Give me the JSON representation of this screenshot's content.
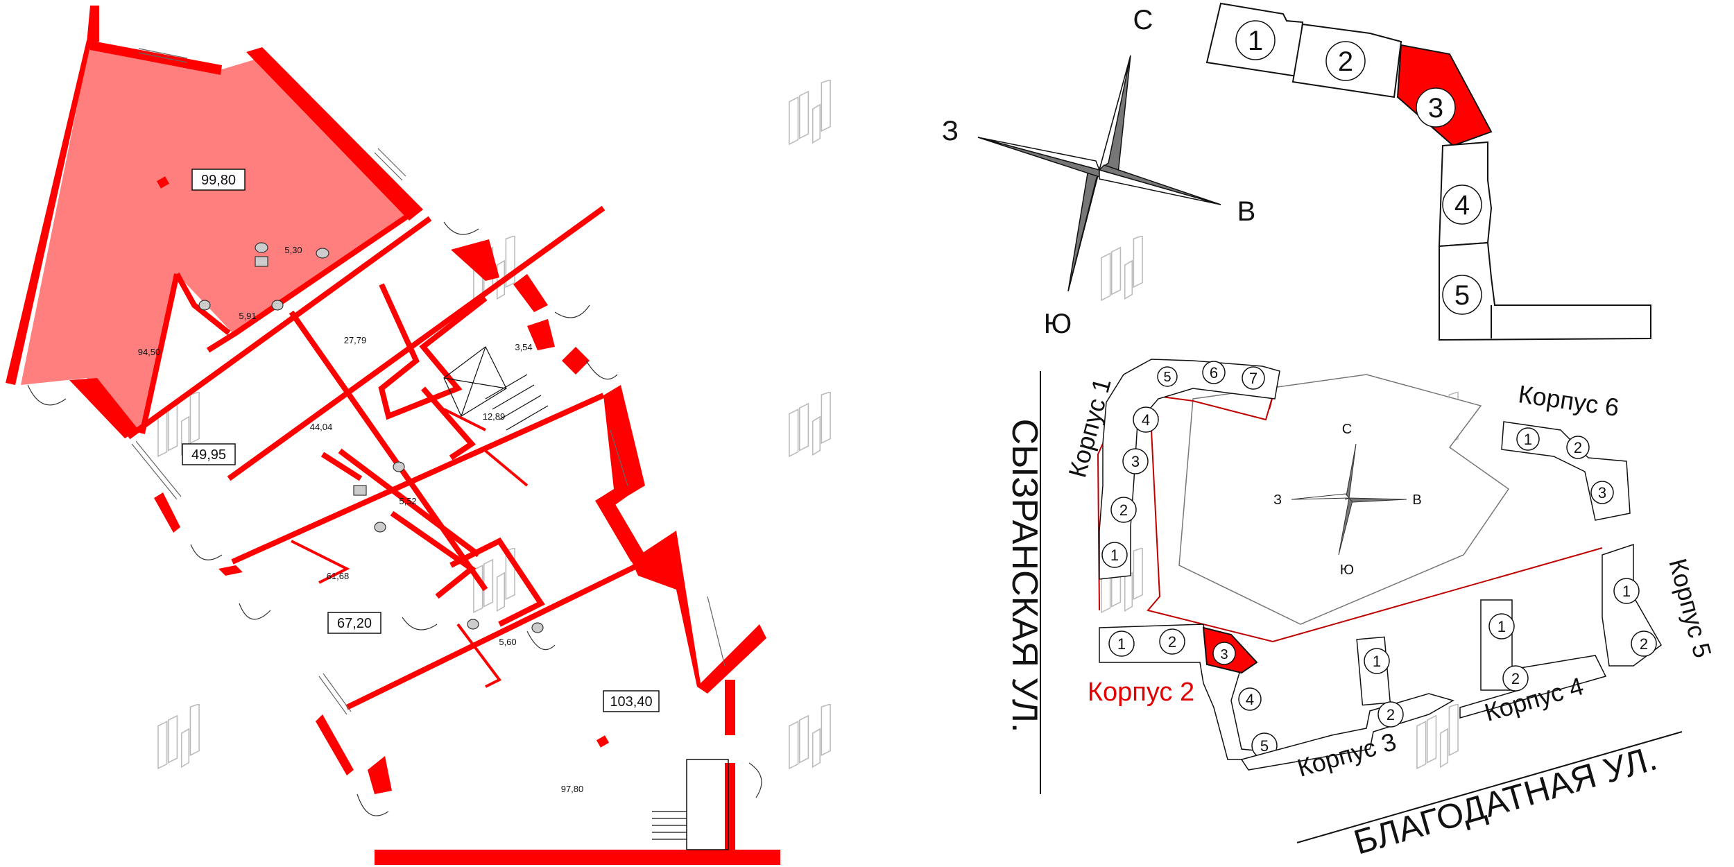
{
  "floorplan": {
    "areas": [
      {
        "id": "a1",
        "value": "99,80",
        "boxed": true
      },
      {
        "id": "a2",
        "value": "5,30",
        "boxed": false
      },
      {
        "id": "a3",
        "value": "94,50",
        "boxed": false
      },
      {
        "id": "a4",
        "value": "5,91",
        "boxed": false
      },
      {
        "id": "a5",
        "value": "27,79",
        "boxed": false
      },
      {
        "id": "a6",
        "value": "3,54",
        "boxed": false
      },
      {
        "id": "a7",
        "value": "44,04",
        "boxed": false
      },
      {
        "id": "a8",
        "value": "49,95",
        "boxed": true
      },
      {
        "id": "a9",
        "value": "12,89",
        "boxed": false
      },
      {
        "id": "a10",
        "value": "5,52",
        "boxed": false
      },
      {
        "id": "a11",
        "value": "61,68",
        "boxed": false
      },
      {
        "id": "a12",
        "value": "67,20",
        "boxed": true
      },
      {
        "id": "a13",
        "value": "5,60",
        "boxed": false
      },
      {
        "id": "a14",
        "value": "103,40",
        "boxed": true
      },
      {
        "id": "a15",
        "value": "97,80",
        "boxed": false
      }
    ],
    "highlight_color": "#ff7f7f",
    "wall_color": "#ff0000"
  },
  "compass_large": {
    "north": "С",
    "east": "В",
    "south": "Ю",
    "west": "З"
  },
  "compass_small": {
    "north": "С",
    "east": "В",
    "south": "Ю",
    "west": "З"
  },
  "building_key": {
    "sections": [
      "1",
      "2",
      "3",
      "4",
      "5"
    ],
    "highlighted_section": "3"
  },
  "site_plan": {
    "street_left": "СЫЗРАНСКАЯ УЛ.",
    "street_bottom": "БЛАГОДАТНАЯ УЛ.",
    "buildings": [
      {
        "label": "Корпус 1",
        "sections": [
          "1",
          "2",
          "3",
          "4",
          "5",
          "6",
          "7"
        ]
      },
      {
        "label": "Корпус 2",
        "sections": [
          "1",
          "2",
          "3",
          "4",
          "5"
        ],
        "highlighted": true,
        "highlighted_section": "3"
      },
      {
        "label": "Корпус 3",
        "sections": [
          "1",
          "2"
        ]
      },
      {
        "label": "Корпус 4",
        "sections": [
          "1",
          "2"
        ]
      },
      {
        "label": "Корпус 5",
        "sections": [
          "1",
          "2"
        ]
      },
      {
        "label": "Корпус 6",
        "sections": [
          "1",
          "2",
          "3"
        ]
      }
    ],
    "highlight_color": "#e30000"
  }
}
